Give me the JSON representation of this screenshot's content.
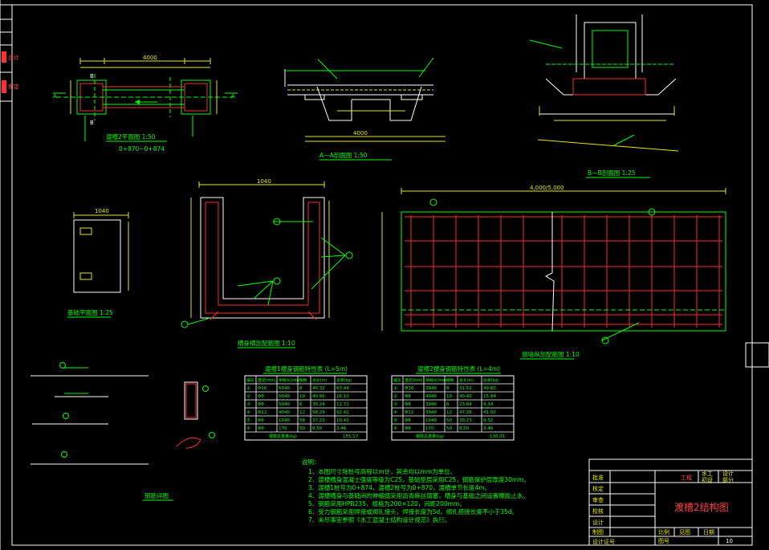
{
  "colors": {
    "background": "#000000",
    "line_green": "#00ff00",
    "rebar_red": "#ff2a2a",
    "frame_white": "#ffffff",
    "dim_yellow": "#e8e800",
    "tab_red": "#ff3030"
  },
  "views": {
    "plan_title": "渡槽2平面图 1:50",
    "plan_station": "0+870~0+874",
    "section_aa_title": "A—A剖面图 1:50",
    "section_bb_title": "B—B剖面图 1:25",
    "base_plan_title": "基础平面图 1:25",
    "rebar_section_title": "槽身横剖配筋图 1:10",
    "rebar_plan_title": "侧墙纵剖配筋图 1:10",
    "rebar_detail_title": "钢筋详图",
    "marker_a_left": "A",
    "marker_a_right": "A",
    "marker_b_top": "B",
    "marker_b_bottom": "B"
  },
  "table1": {
    "title": "渡槽1槽身钢筋特性表 (L=5m)",
    "headers": [
      "编号",
      "直径(mm)",
      "单根长(mm)",
      "根数",
      "总长(m)",
      "总重(kg)"
    ],
    "rows": [
      [
        "①",
        "Φ16",
        "5040",
        "8",
        "40.32",
        "63.44"
      ],
      [
        "②",
        "Φ8",
        "5040",
        "10",
        "40.80",
        "16.10"
      ],
      [
        "③",
        "Φ8",
        "5040",
        "6",
        "30.24",
        "11.71"
      ],
      [
        "④",
        "Φ12",
        "4040",
        "12",
        "58.29",
        "52.41"
      ],
      [
        "⑤",
        "Φ8",
        "1040",
        "58",
        "37.23",
        "10.42"
      ],
      [
        "⑥",
        "Φ8",
        "170",
        "50",
        "8.50",
        "3.46"
      ]
    ],
    "total_label": "钢筋总重量(kg)",
    "total": "155.17"
  },
  "table2": {
    "title": "渡槽2槽身钢筋特性表 (L=4m)",
    "headers": [
      "编号",
      "直径(mm)",
      "单根长(mm)",
      "根数",
      "总长(m)",
      "总重(kg)"
    ],
    "rows": [
      [
        "①",
        "Φ16",
        "3940",
        "8",
        "31.52",
        "49.80"
      ],
      [
        "②",
        "Φ8",
        "4040",
        "10",
        "40.40",
        "15.94"
      ],
      [
        "③",
        "Φ8",
        "3940",
        "6",
        "23.64",
        "9.34"
      ],
      [
        "④",
        "Φ12",
        "3940",
        "12",
        "47.28",
        "41.92"
      ],
      [
        "⑤",
        "Φ8",
        "1040",
        "50",
        "30.23",
        "9.52"
      ],
      [
        "⑥",
        "Φ8",
        "170",
        "50",
        "8.50",
        "3.46"
      ]
    ],
    "total_label": "钢筋总重量(kg)",
    "total": "130.01"
  },
  "notes": {
    "heading": "说明：",
    "items": [
      "1、本图尺寸除桩号高程以m计，其余均以mm为单位。",
      "2、渡槽槽身混凝土强度等级为C25，基础垫层采用C25，钢筋保护层厚度30mm。",
      "3、渡槽1桩号为0+874，渡槽2桩号为0+870，渡槽单节长度4m。",
      "4、渡槽槽身与基础间的伸缩缝采用沥青麻丝填塞，槽身与基础之间设置橡胶止水。",
      "5、钢筋采用HPB235，规格为200×120，间距200mm。",
      "6、受力钢筋采用焊接或绑扎接头，焊接长度为5d，绑扎搭接长度不小于35d。",
      "7、未尽事宜参照《水工混凝土结构设计规范》执行。"
    ]
  },
  "titleblock": {
    "rows_left": [
      "批准",
      "核定",
      "审查",
      "校核",
      "设计",
      "制图",
      "设计证号"
    ],
    "right_labels": [
      "水工",
      "设计",
      "部分"
    ],
    "drawing_title": "渡槽2结构图",
    "bottom_labels": [
      "比例",
      "见图",
      "日期"
    ],
    "sheet_label": "图号",
    "sheet_number": "10",
    "header_cells": [
      "工程",
      "初设"
    ]
  },
  "left_tabs": [
    "设计",
    "审定"
  ],
  "dims": {
    "plan_total": "4000",
    "section_len": "4000",
    "rebar_width": "1040",
    "rebar_plan_len": "4,000/5,000",
    "base_dim": "1040",
    "table_unit": "mm"
  }
}
